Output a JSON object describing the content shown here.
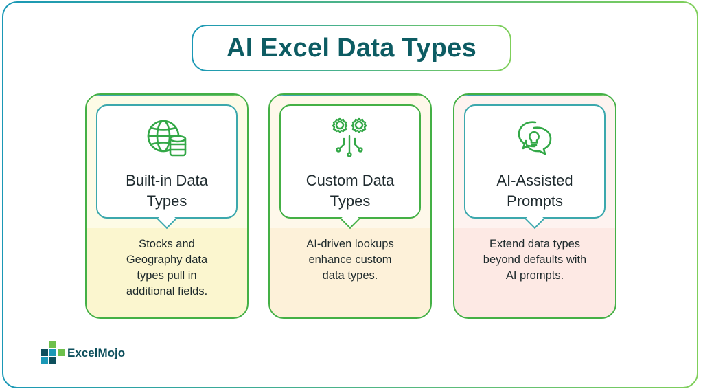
{
  "title": "AI Excel Data Types",
  "cards": [
    {
      "icon": "globe-database-icon",
      "label_line1": "Built-in Data",
      "label_line2": "Types",
      "desc_line1": "Stocks and",
      "desc_line2": "Geography data",
      "desc_line3": "types pull in",
      "desc_line4": "additional fields."
    },
    {
      "icon": "gears-circuit-icon",
      "label_line1": "Custom Data",
      "label_line2": "Types",
      "desc_line1": "AI-driven lookups",
      "desc_line2": "enhance custom",
      "desc_line3": "data types.",
      "desc_line4": ""
    },
    {
      "icon": "chat-bubbles-idea-icon",
      "label_line1": "AI-Assisted",
      "label_line2": "Prompts",
      "desc_line1": "Extend data types",
      "desc_line2": "beyond defaults with",
      "desc_line3": "AI prompts.",
      "desc_line4": ""
    }
  ],
  "logo": {
    "part1": "Excel",
    "part2": "Mojo"
  },
  "colors": {
    "title": "#0d5c63",
    "accent_green": "#44b045",
    "accent_teal": "#3ca8ad"
  }
}
